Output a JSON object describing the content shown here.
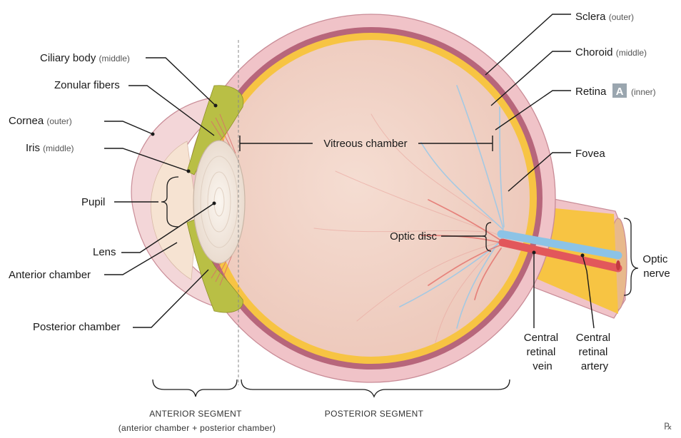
{
  "labels": {
    "sclera": {
      "name": "Sclera",
      "qual": "(outer)"
    },
    "choroid": {
      "name": "Choroid",
      "qual": "(middle)"
    },
    "retina": {
      "name": "Retina",
      "badge": "A",
      "qual": "(inner)"
    },
    "fovea": {
      "name": "Fovea"
    },
    "ciliary_body": {
      "name": "Ciliary body",
      "qual": "(middle)"
    },
    "zonular_fibers": {
      "name": "Zonular fibers"
    },
    "cornea": {
      "name": "Cornea",
      "qual": "(outer)"
    },
    "iris": {
      "name": "Iris",
      "qual": "(middle)"
    },
    "pupil": {
      "name": "Pupil"
    },
    "lens": {
      "name": "Lens"
    },
    "anterior_chamber": {
      "name": "Anterior chamber"
    },
    "posterior_chamber": {
      "name": "Posterior chamber"
    },
    "vitreous_chamber": {
      "name": "Vitreous chamber"
    },
    "optic_disc": {
      "name": "Optic disc"
    },
    "optic_nerve": {
      "line1": "Optic",
      "line2": "nerve"
    },
    "central_retinal_vein": {
      "line1": "Central",
      "line2": "retinal",
      "line3": "vein"
    },
    "central_retinal_artery": {
      "line1": "Central",
      "line2": "retinal",
      "line3": "artery"
    }
  },
  "segments": {
    "anterior": {
      "title": "ANTERIOR SEGMENT",
      "detail": "(anterior chamber + posterior chamber)"
    },
    "posterior": {
      "title": "POSTERIOR SEGMENT"
    }
  },
  "logo": "℞",
  "colors": {
    "sclera": "#f0c3c8",
    "choroid": "#b7667b",
    "retina": "#f7c443",
    "vitreous": "#f1d3c6",
    "ciliary": "#b9bf45",
    "vein": "#8cc3e6",
    "artery": "#e2575b",
    "badge": "#9aa6af"
  }
}
